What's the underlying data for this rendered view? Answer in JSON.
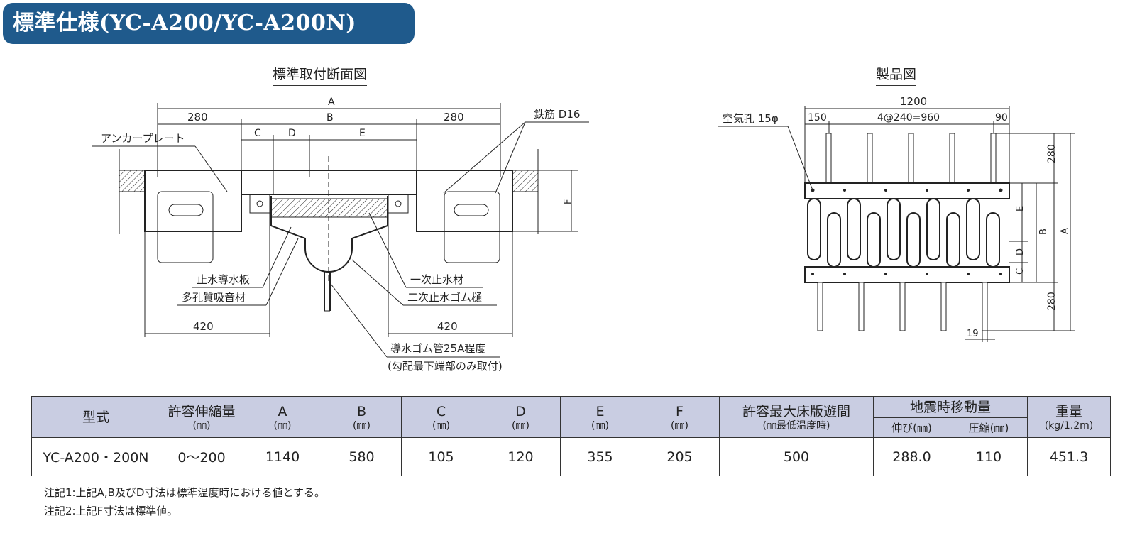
{
  "header": {
    "title": "標準仕様(YC-A200/YC-A200N)"
  },
  "figures": {
    "section_caption": "標準取付断面図",
    "product_caption": "製品図"
  },
  "section": {
    "dim_a": "A",
    "dim_b": "B",
    "dim_c": "C",
    "dim_d": "D",
    "dim_e": "E",
    "dim_f": "F",
    "dim_280_left": "280",
    "dim_280_right": "280",
    "dim_420_left": "420",
    "dim_420_right": "420",
    "label_anchor": "アンカープレート",
    "label_rebar": "鉄筋 D16",
    "label_guide_plate": "止水導水板",
    "label_porous": "多孔質吸音材",
    "label_primary_seal": "一次止水材",
    "label_secondary_trough": "二次止水ゴム樋",
    "label_drain_pipe": "導水ゴム管25A程度",
    "label_drain_note": "(勾配最下端部のみ取付)"
  },
  "product": {
    "dim_1200": "1200",
    "dim_150": "150",
    "dim_pitch": "4@240=960",
    "dim_90": "90",
    "label_air_hole": "空気孔 15φ",
    "dim_280_top": "280",
    "dim_280_bottom": "280",
    "dim_19": "19",
    "dim_a": "A",
    "dim_b": "B",
    "dim_c": "C",
    "dim_d": "D",
    "dim_e": "E"
  },
  "table": {
    "headers": {
      "model": "型式",
      "allow": "許容伸縮量",
      "allow_unit": "(㎜)",
      "a": "A",
      "b": "B",
      "c": "C",
      "d": "D",
      "e": "E",
      "f": "F",
      "unit": "(㎜)",
      "gap": "許容最大床版遊間",
      "gap_unit": "(㎜最低温度時)",
      "seismic": "地震時移動量",
      "stretch": "伸び(㎜)",
      "compress": "圧縮(㎜)",
      "weight": "重量",
      "weight_unit": "(kg/1.2m)"
    },
    "row": {
      "model": "YC-A200・200N",
      "allow": "0〜200",
      "a": "1140",
      "b": "580",
      "c": "105",
      "d": "120",
      "e": "355",
      "f": "205",
      "gap": "500",
      "stretch": "288.0",
      "compress": "110",
      "weight": "451.3"
    }
  },
  "notes": [
    "注記1:上記A,B及びD寸法は標準温度時における値とする。",
    "注記2:上記F寸法は標準値。"
  ]
}
